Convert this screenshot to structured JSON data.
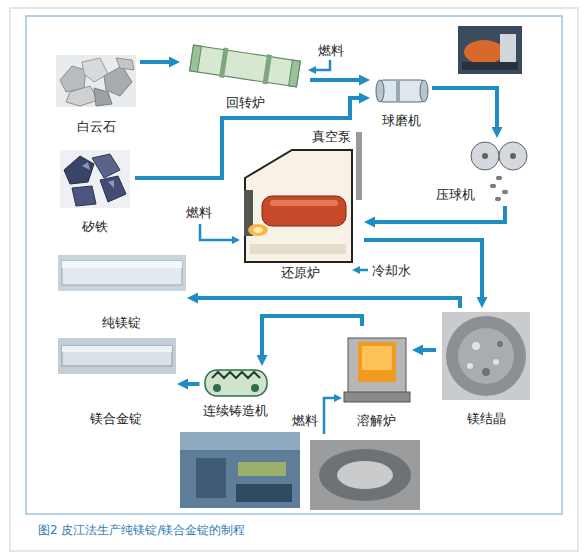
{
  "diagram": {
    "caption": "图2 皮江法生产纯镁锭/镁合金锭的制程",
    "nodes": [
      {
        "text": [
          "白云石"
        ]
      },
      {
        "text": [
          "回转炉"
        ]
      },
      {
        "text": [
          "球磨机"
        ]
      },
      {
        "text": [
          "矽铁"
        ]
      },
      {
        "text": [
          "压球机"
        ]
      },
      {
        "text": [
          "还原炉"
        ]
      },
      {
        "text": [
          "纯镁锭"
        ]
      },
      {
        "text": [
          "镁合金锭"
        ]
      },
      {
        "text": [
          "连续铸造机"
        ]
      },
      {
        "text": [
          "溶解炉"
        ]
      },
      {
        "text": [
          "镁结晶"
        ]
      }
    ],
    "edges": [
      {
        "from": 0,
        "to": 1,
        "arrow": "to"
      },
      {
        "from": 1,
        "to": 2,
        "arrow": "to"
      },
      {
        "from": 3,
        "to": 2,
        "arrow": "to"
      },
      {
        "from": 2,
        "to": 4,
        "arrow": "to"
      },
      {
        "from": 4,
        "to": 5,
        "arrow": "to"
      },
      {
        "from": 5,
        "to": 10,
        "arrow": "to"
      },
      {
        "from": 10,
        "to": 6,
        "arrow": "to"
      },
      {
        "from": 10,
        "to": 9,
        "arrow": "to"
      },
      {
        "from": 9,
        "to": 8,
        "arrow": "to"
      },
      {
        "from": 8,
        "to": 7,
        "arrow": "to"
      }
    ],
    "labels": [
      "燃料",
      "真空泵",
      "燃料",
      "冷却水",
      "燃料"
    ]
  }
}
